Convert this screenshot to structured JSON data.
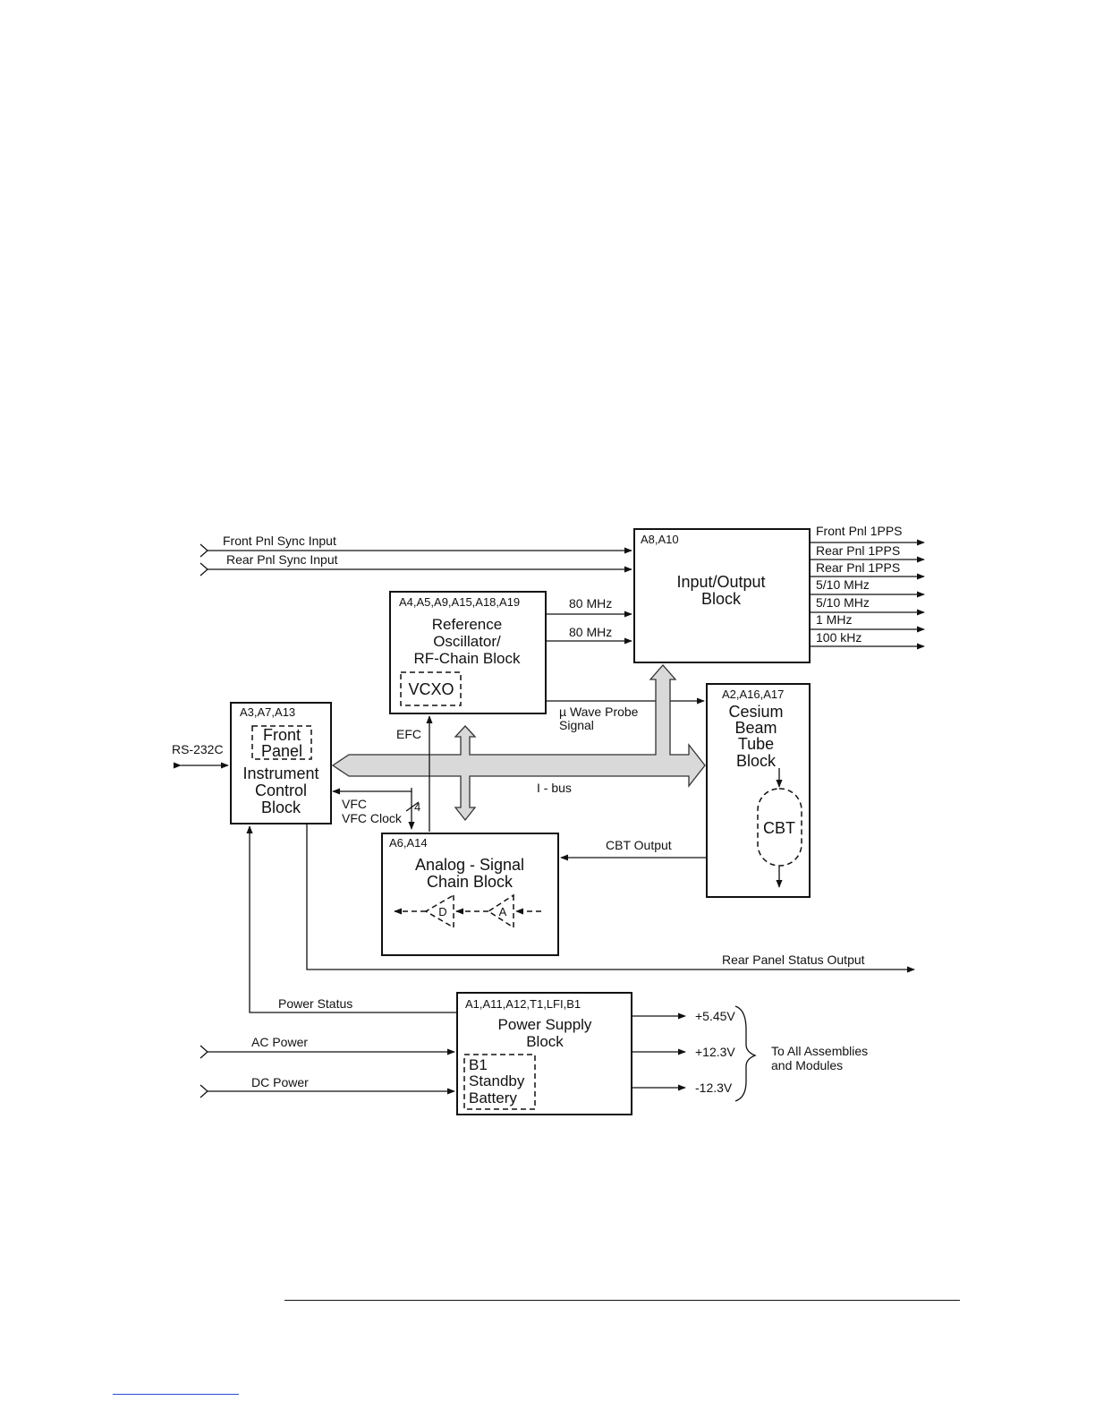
{
  "blocks": {
    "io": {
      "ref": "A8,A10",
      "title": [
        "Input/Output",
        "Block"
      ]
    },
    "refosc": {
      "ref": "A4,A5,A9,A15,A18,A19",
      "title": [
        "Reference",
        "Oscillator/",
        "RF-Chain Block"
      ],
      "inner": "VCXO"
    },
    "ctrl": {
      "ref": "A3,A7,A13",
      "inner": [
        "Front",
        "Panel"
      ],
      "title": [
        "Instrument",
        "Control",
        "Block"
      ]
    },
    "cbt": {
      "ref": "A2,A16,A17",
      "title": [
        "Cesium",
        "Beam",
        "Tube",
        "Block"
      ],
      "inner": "CBT"
    },
    "analog": {
      "ref": "A6,A14",
      "title": [
        "Analog - Signal",
        "Chain Block"
      ],
      "amp_d": "D",
      "amp_a": "A"
    },
    "power": {
      "ref": "A1,A11,A12,T1,LFI,B1",
      "title": [
        "Power Supply",
        "Block"
      ],
      "inner": [
        "B1",
        "Standby",
        "Battery"
      ]
    }
  },
  "inputs": {
    "front_sync": "Front Pnl  Sync Input",
    "rear_sync": "Rear Pnl Sync Input",
    "ac_power": "AC Power",
    "dc_power": "DC  Power"
  },
  "io_outputs": [
    "Front Pnl 1PPS",
    "Rear Pnl 1PPS",
    "Rear Pnl 1PPS",
    "5/10 MHz",
    "5/10 MHz",
    "1 MHz",
    "100 kHz"
  ],
  "signals": {
    "mhz80_a": "80 MHz",
    "mhz80_b": "80 MHz",
    "probe": [
      "µ Wave Probe",
      "Signal"
    ],
    "efc": "EFC",
    "rs232": "RS-232C",
    "ibus": "I - bus",
    "vfc": "VFC",
    "vfc_clock": "VFC Clock",
    "bus_width": "4",
    "cbt_output": "CBT Output",
    "rear_status": "Rear Panel Status Output",
    "power_status": "Power Status"
  },
  "supply_outputs": [
    "+5.45V",
    "+12.3V",
    "-12.3V"
  ],
  "supply_destination": [
    "To All Assemblies",
    "and Modules"
  ]
}
